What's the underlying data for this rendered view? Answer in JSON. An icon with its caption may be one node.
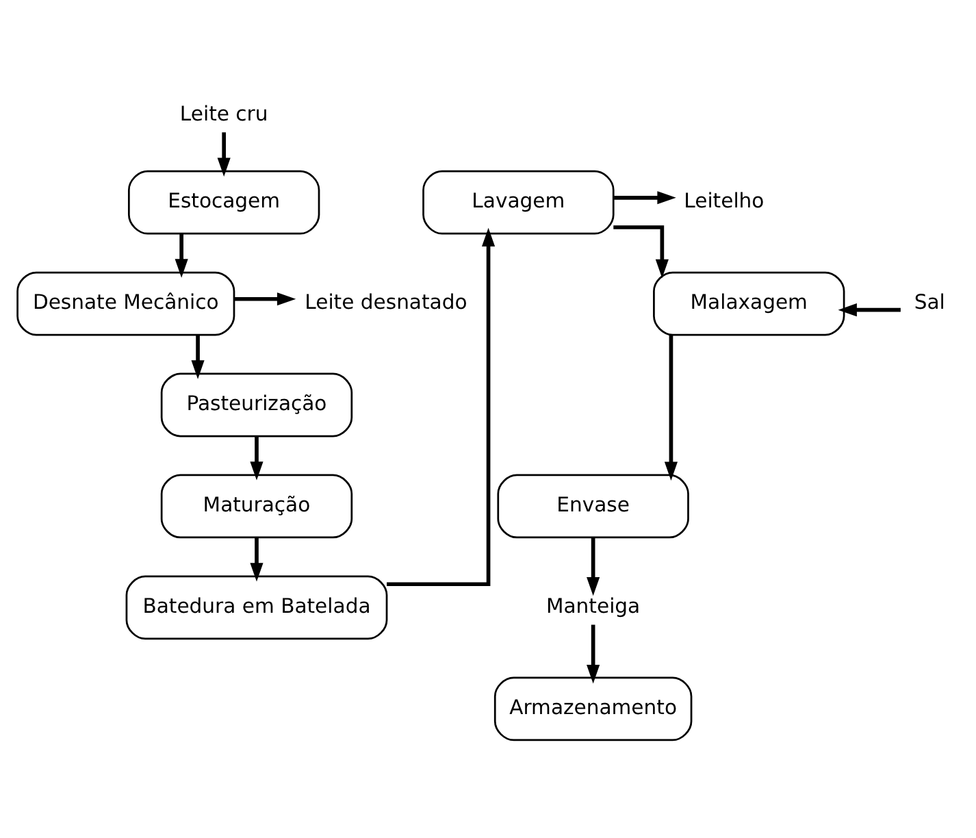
{
  "diagram": {
    "nodes": [
      {
        "text": [
          "Leite cru"
        ]
      },
      {
        "text": [
          "Estocagem"
        ]
      },
      {
        "text": [
          "Desnate Mecânico"
        ]
      },
      {
        "text": [
          "Leite desnatado"
        ]
      },
      {
        "text": [
          "Pasteurização"
        ]
      },
      {
        "text": [
          "Maturação"
        ]
      },
      {
        "text": [
          "Batedura em Batelada"
        ]
      },
      {
        "text": [
          "Lavagem"
        ]
      },
      {
        "text": [
          "Leitelho"
        ]
      },
      {
        "text": [
          "Malaxagem"
        ]
      },
      {
        "text": [
          "Sal"
        ]
      },
      {
        "text": [
          "Envase"
        ]
      },
      {
        "text": [
          "Manteiga"
        ]
      },
      {
        "text": [
          "Armazenamento"
        ]
      }
    ],
    "edges": [
      {
        "from": 0,
        "to": 1,
        "arrow": "to"
      },
      {
        "from": 1,
        "to": 2,
        "arrow": "to"
      },
      {
        "from": 2,
        "to": 3,
        "arrow": "to"
      },
      {
        "from": 2,
        "to": 4,
        "arrow": "to"
      },
      {
        "from": 4,
        "to": 5,
        "arrow": "to"
      },
      {
        "from": 5,
        "to": 6,
        "arrow": "to"
      },
      {
        "from": 6,
        "to": 7,
        "arrow": "to"
      },
      {
        "from": 7,
        "to": 8,
        "arrow": "to"
      },
      {
        "from": 7,
        "to": 9,
        "arrow": "to"
      },
      {
        "from": 10,
        "to": 9,
        "arrow": "to"
      },
      {
        "from": 9,
        "to": 11,
        "arrow": "to"
      },
      {
        "from": 11,
        "to": 12,
        "arrow": "to"
      },
      {
        "from": 12,
        "to": 13,
        "arrow": "to"
      }
    ]
  }
}
